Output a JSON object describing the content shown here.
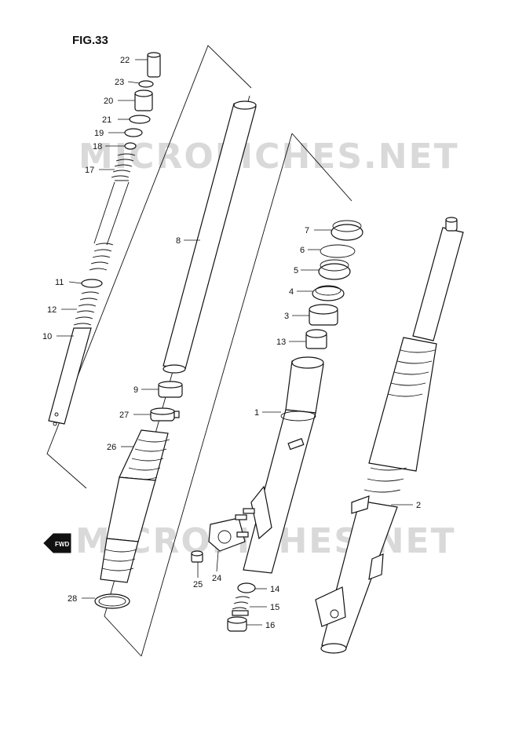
{
  "figure": {
    "title": "FIG.33"
  },
  "watermarks": [
    "MICROFICHES.NET",
    "MICROFICHES.NET"
  ],
  "fwd_badge": "FWD",
  "callouts": [
    {
      "id": "22",
      "label": "22"
    },
    {
      "id": "23",
      "label": "23"
    },
    {
      "id": "20",
      "label": "20"
    },
    {
      "id": "21",
      "label": "21"
    },
    {
      "id": "19",
      "label": "19"
    },
    {
      "id": "18",
      "label": "18"
    },
    {
      "id": "17",
      "label": "17"
    },
    {
      "id": "11",
      "label": "11"
    },
    {
      "id": "12",
      "label": "12"
    },
    {
      "id": "10",
      "label": "10"
    },
    {
      "id": "8",
      "label": "8"
    },
    {
      "id": "9",
      "label": "9"
    },
    {
      "id": "27",
      "label": "27"
    },
    {
      "id": "26",
      "label": "26"
    },
    {
      "id": "28",
      "label": "28"
    },
    {
      "id": "7",
      "label": "7"
    },
    {
      "id": "6",
      "label": "6"
    },
    {
      "id": "5",
      "label": "5"
    },
    {
      "id": "4",
      "label": "4"
    },
    {
      "id": "3",
      "label": "3"
    },
    {
      "id": "13",
      "label": "13"
    },
    {
      "id": "1",
      "label": "1"
    },
    {
      "id": "25",
      "label": "25"
    },
    {
      "id": "24",
      "label": "24"
    },
    {
      "id": "14",
      "label": "14"
    },
    {
      "id": "15",
      "label": "15"
    },
    {
      "id": "16",
      "label": "16"
    },
    {
      "id": "2",
      "label": "2"
    }
  ],
  "colors": {
    "line": "#111111",
    "watermark": "#d9d9d9",
    "background": "#ffffff"
  }
}
